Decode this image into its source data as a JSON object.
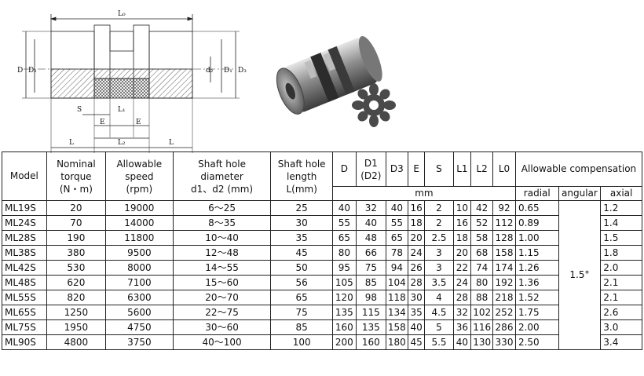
{
  "drawing": {
    "dims": {
      "L0": "L₀",
      "D": "D",
      "D1": "D₁",
      "d2": "d₂",
      "D1r": "D₁",
      "D3": "D₃",
      "S": "S",
      "L1": "L₁",
      "E_left": "E",
      "E_right": "E",
      "L_left": "L",
      "L2": "L₂",
      "L_right": "L"
    }
  },
  "table": {
    "headers": {
      "model": "Model",
      "torque_1": "Nominal",
      "torque_2": "torque",
      "torque_3": "(N・m)",
      "speed_1": "Allowable",
      "speed_2": "speed",
      "speed_3": "(rpm)",
      "shaft_d_1": "Shaft hole",
      "shaft_d_2": "diameter",
      "shaft_d_3": "d1、d2 (mm)",
      "shaft_l_1": "Shaft hole",
      "shaft_l_2": "length",
      "shaft_l_3": "L(mm)",
      "D": "D",
      "D1_1": "D1",
      "D1_2": "(D2)",
      "D3": "D3",
      "E": "E",
      "S": "S",
      "L1": "L1",
      "L2": "L2",
      "L0": "L0",
      "comp": "Allowable compensation",
      "unit": "mm",
      "radial": "radial",
      "angular": "angular",
      "axial": "axial"
    },
    "angular_value": "1.5°",
    "rows": [
      {
        "model": "ML19S",
        "torque": "20",
        "speed": "19000",
        "diam": "6～25",
        "len": "25",
        "D": "40",
        "D1": "32",
        "D3": "40",
        "E": "16",
        "S": "2",
        "L1": "10",
        "L2": "42",
        "L0": "92",
        "radial": "0.65",
        "axial": "1.2"
      },
      {
        "model": "ML24S",
        "torque": "70",
        "speed": "14000",
        "diam": "8～35",
        "len": "30",
        "D": "55",
        "D1": "40",
        "D3": "55",
        "E": "18",
        "S": "2",
        "L1": "16",
        "L2": "52",
        "L0": "112",
        "radial": "0.89",
        "axial": "1.4"
      },
      {
        "model": "ML28S",
        "torque": "190",
        "speed": "11800",
        "diam": "10～40",
        "len": "35",
        "D": "65",
        "D1": "48",
        "D3": "65",
        "E": "20",
        "S": "2.5",
        "L1": "18",
        "L2": "58",
        "L0": "128",
        "radial": "1.00",
        "axial": "1.5"
      },
      {
        "model": "ML38S",
        "torque": "380",
        "speed": "9500",
        "diam": "12～48",
        "len": "45",
        "D": "80",
        "D1": "66",
        "D3": "78",
        "E": "24",
        "S": "3",
        "L1": "20",
        "L2": "68",
        "L0": "158",
        "radial": "1.15",
        "axial": "1.8"
      },
      {
        "model": "ML42S",
        "torque": "530",
        "speed": "8000",
        "diam": "14～55",
        "len": "50",
        "D": "95",
        "D1": "75",
        "D3": "94",
        "E": "26",
        "S": "3",
        "L1": "22",
        "L2": "74",
        "L0": "174",
        "radial": "1.26",
        "axial": "2.0"
      },
      {
        "model": "ML48S",
        "torque": "620",
        "speed": "7100",
        "diam": "15～60",
        "len": "56",
        "D": "105",
        "D1": "85",
        "D3": "104",
        "E": "28",
        "S": "3.5",
        "L1": "24",
        "L2": "80",
        "L0": "192",
        "radial": "1.36",
        "axial": "2.1"
      },
      {
        "model": "ML55S",
        "torque": "820",
        "speed": "6300",
        "diam": "20～70",
        "len": "65",
        "D": "120",
        "D1": "98",
        "D3": "118",
        "E": "30",
        "S": "4",
        "L1": "28",
        "L2": "88",
        "L0": "218",
        "radial": "1.52",
        "axial": "2.1"
      },
      {
        "model": "ML65S",
        "torque": "1250",
        "speed": "5600",
        "diam": "22～75",
        "len": "75",
        "D": "135",
        "D1": "115",
        "D3": "134",
        "E": "35",
        "S": "4.5",
        "L1": "32",
        "L2": "102",
        "L0": "252",
        "radial": "1.75",
        "axial": "2.6"
      },
      {
        "model": "ML75S",
        "torque": "1950",
        "speed": "4750",
        "diam": "30～60",
        "len": "85",
        "D": "160",
        "D1": "135",
        "D3": "158",
        "E": "40",
        "S": "5",
        "L1": "36",
        "L2": "116",
        "L0": "286",
        "radial": "2.00",
        "axial": "3.0"
      },
      {
        "model": "ML90S",
        "torque": "4800",
        "speed": "3750",
        "diam": "40～100",
        "len": "100",
        "D": "200",
        "D1": "160",
        "D3": "180",
        "E": "45",
        "S": "5.5",
        "L1": "40",
        "L2": "130",
        "L0": "330",
        "radial": "2.50",
        "axial": "3.4"
      }
    ]
  }
}
